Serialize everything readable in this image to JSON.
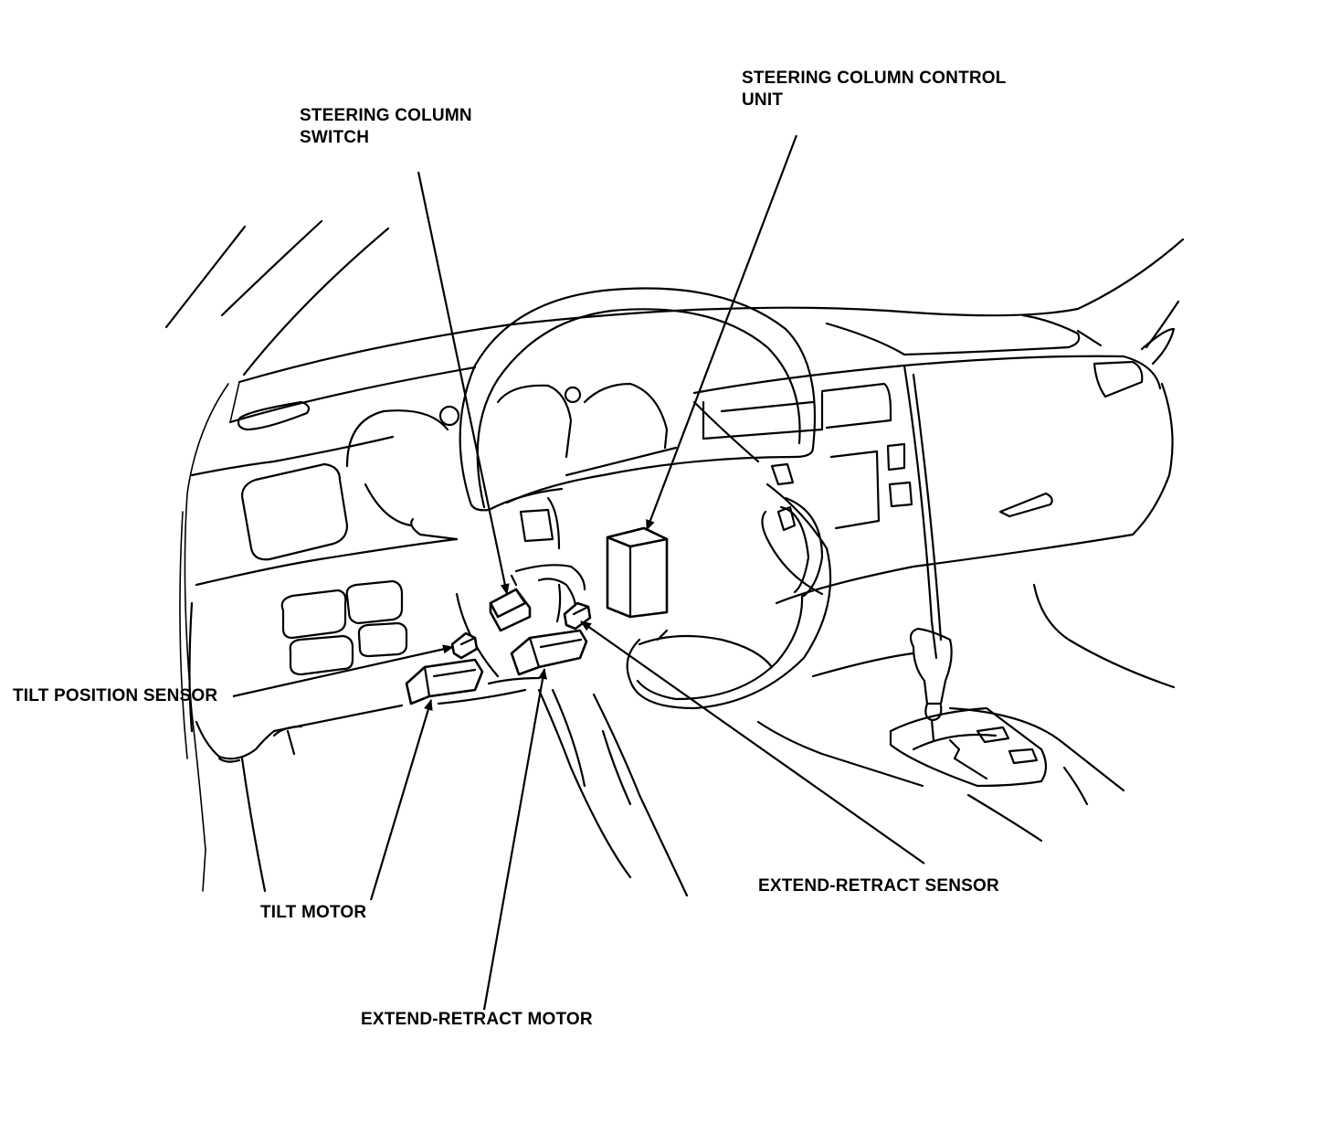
{
  "labels": {
    "steering_column_switch": "STEERING COLUMN\nSWITCH",
    "steering_column_control_unit": "STEERING COLUMN CONTROL\nUNIT",
    "tilt_position_sensor": "TILT POSITION SENSOR",
    "tilt_motor": "TILT MOTOR",
    "extend_retract_motor": "EXTEND-RETRACT MOTOR",
    "extend_retract_sensor": "EXTEND-RETRACT SENSOR"
  },
  "colors": {
    "line": "#000000",
    "background": "#ffffff"
  }
}
